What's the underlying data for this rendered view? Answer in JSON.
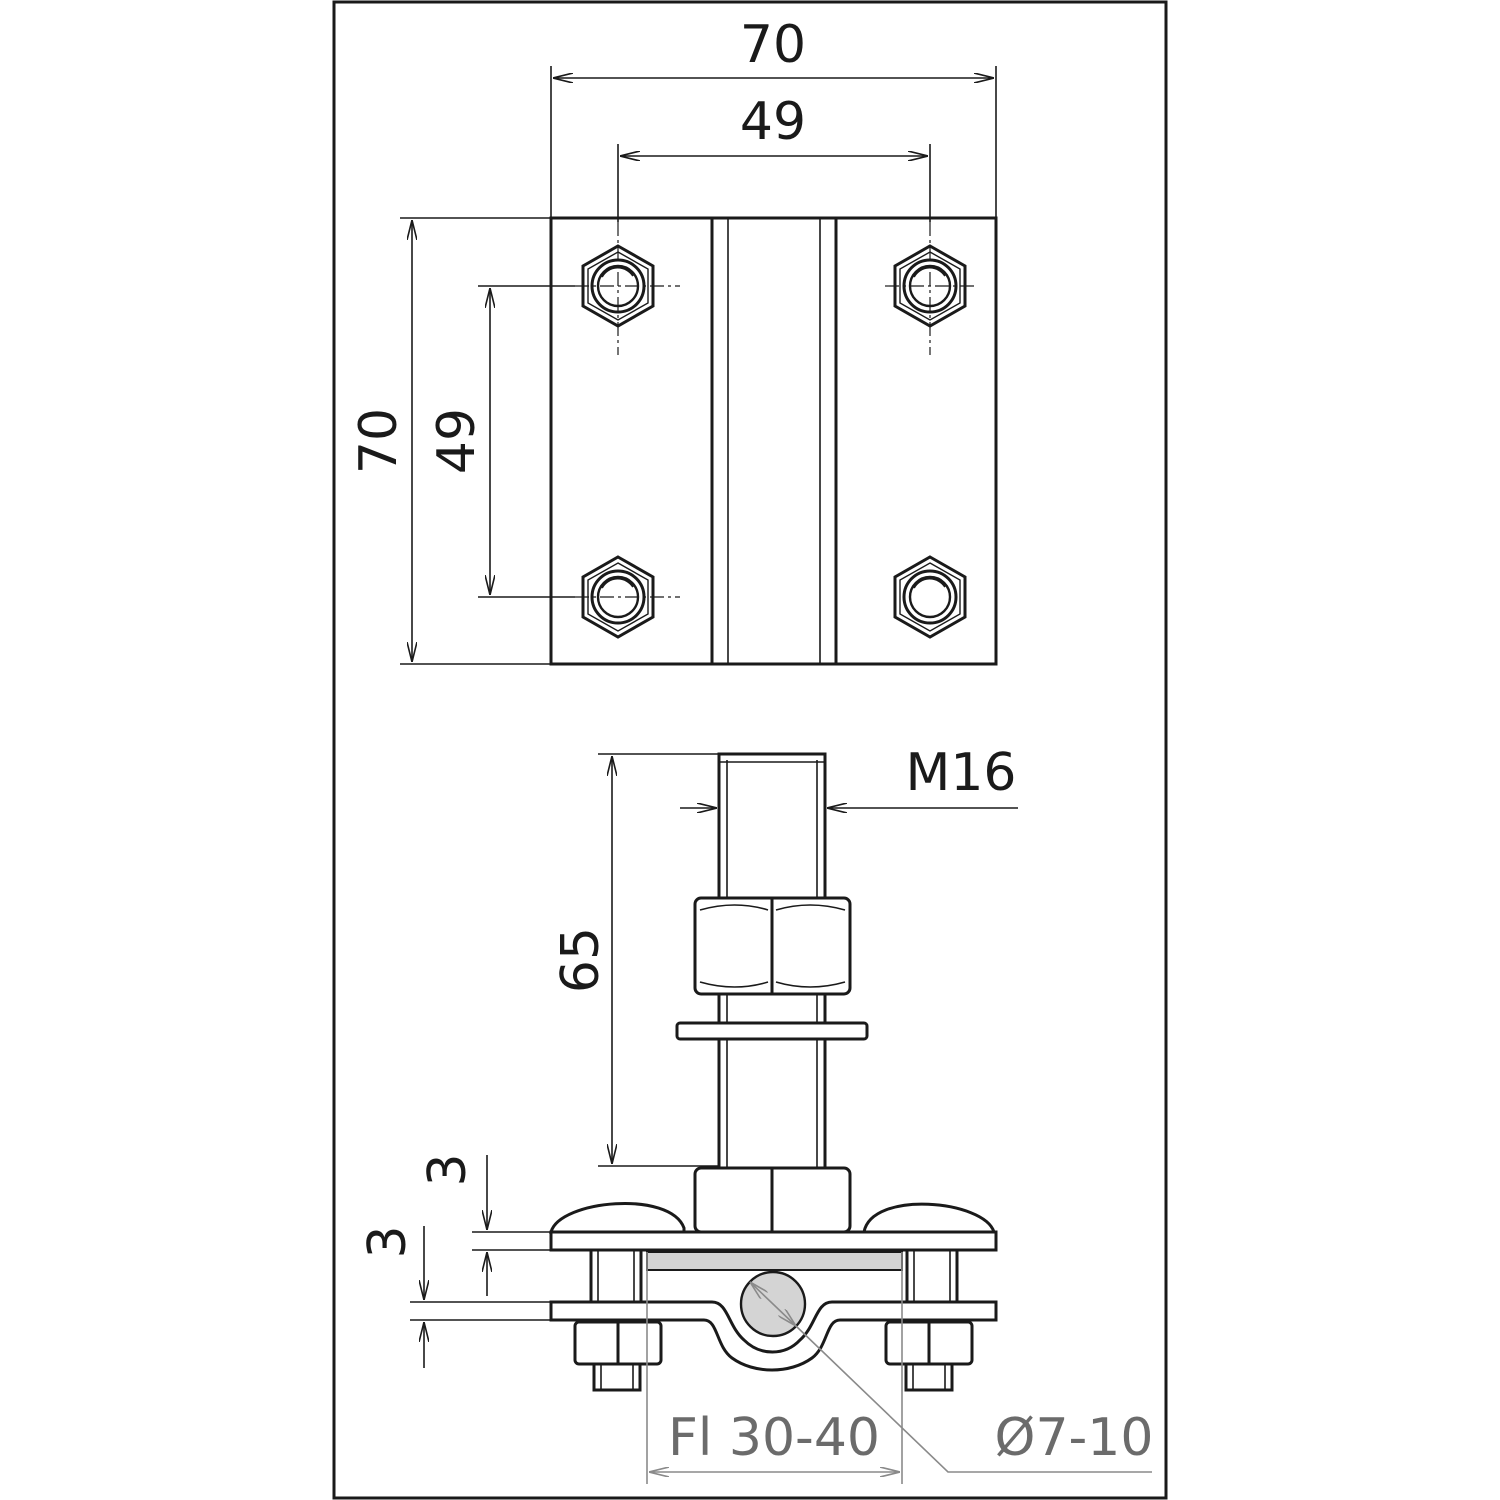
{
  "top_view": {
    "width_overall": "70",
    "width_holes": "49",
    "height_overall": "70",
    "height_holes": "49"
  },
  "side_view": {
    "thread": "M16",
    "stud_length": "65",
    "plate_top": "3",
    "plate_bottom": "3",
    "flat_range": "Fl 30-40",
    "round_range": "Ø7-10"
  },
  "colors": {
    "line": "#1a1a1a",
    "grey_dim": "#8a8a8a",
    "conductor_fill": "#d4d4d4"
  }
}
